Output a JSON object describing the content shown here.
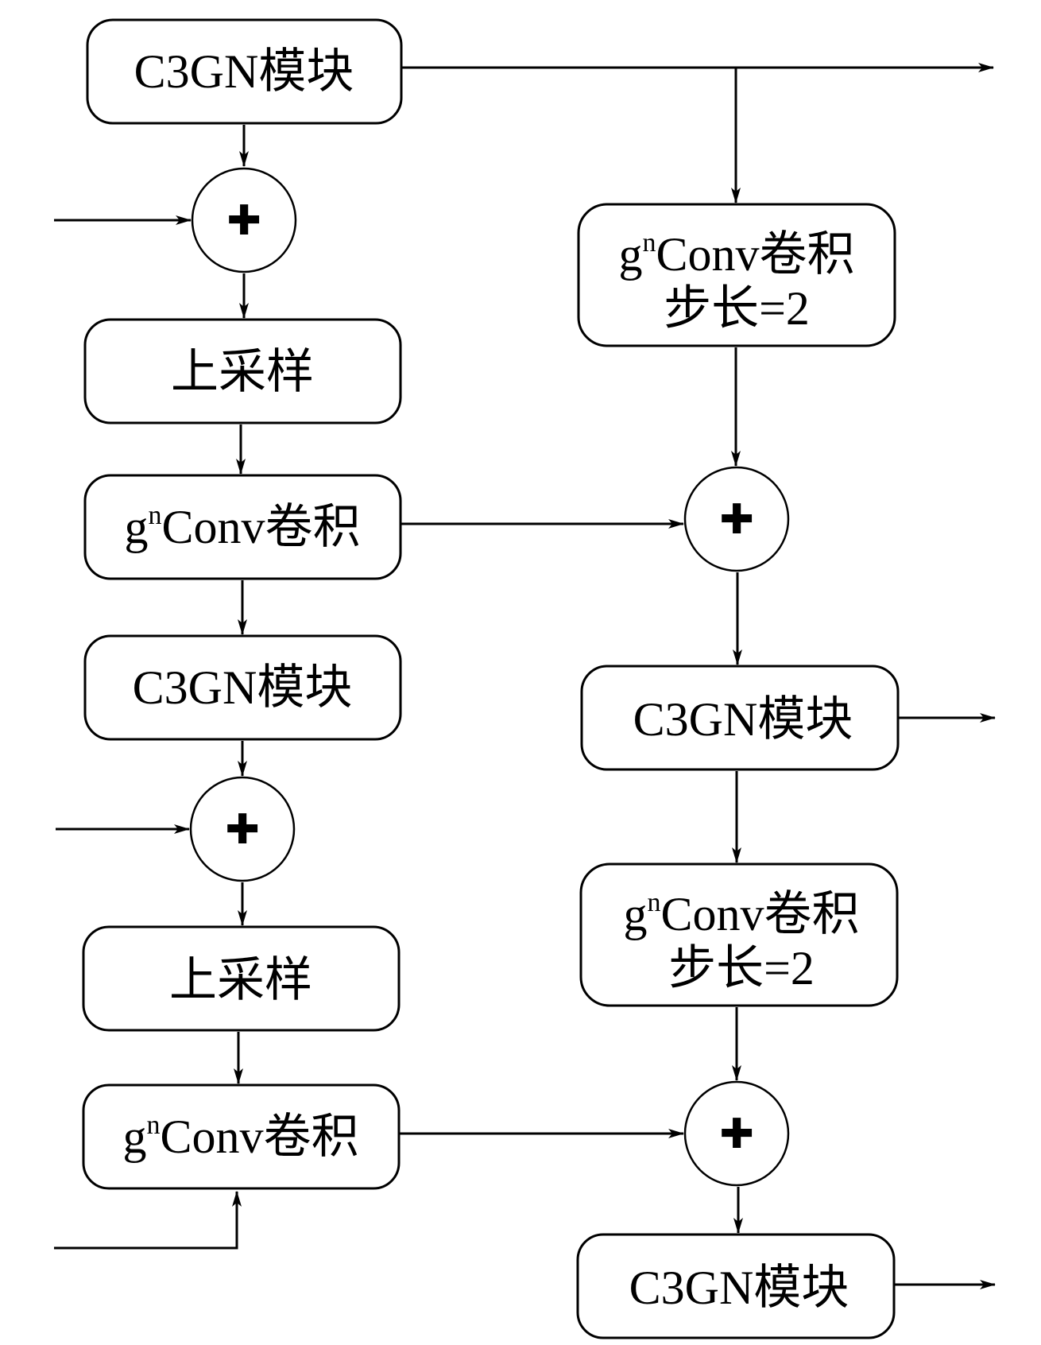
{
  "diagram": {
    "left": {
      "c3gn_top": "C3GN模块",
      "upsample_1": "上采样",
      "gnconv_1": {
        "base": "g",
        "sup": "n",
        "rest": "Conv卷积"
      },
      "c3gn_mid": "C3GN模块",
      "upsample_2": "上采样",
      "gnconv_2": {
        "base": "g",
        "sup": "n",
        "rest": "Conv卷积"
      }
    },
    "right": {
      "gnconv_s2_1": {
        "base": "g",
        "sup": "n",
        "rest": "Conv卷积",
        "line2": "步长=2"
      },
      "c3gn_mid": "C3GN模块",
      "gnconv_s2_2": {
        "base": "g",
        "sup": "n",
        "rest": "Conv卷积",
        "line2": "步长=2"
      },
      "c3gn_bottom": "C3GN模块"
    },
    "join_symbol": "✚"
  }
}
